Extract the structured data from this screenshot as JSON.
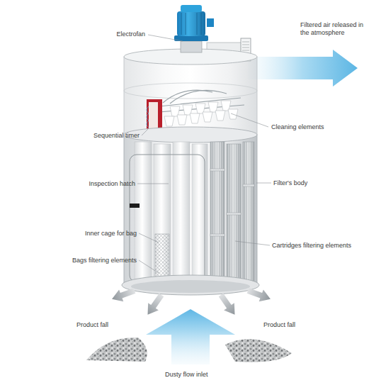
{
  "diagram": {
    "labels": [
      "Electrofan",
      "Filtered air released in the atmosphere",
      "Sequential timer",
      "Cleaning elements",
      "Inspection hatch",
      "Filter's body",
      "Inner cage for bag",
      "Cartridges filtering elements",
      "Bags filtering elements",
      "Product fall",
      "Product fall",
      "Dusty flow inlet"
    ]
  }
}
